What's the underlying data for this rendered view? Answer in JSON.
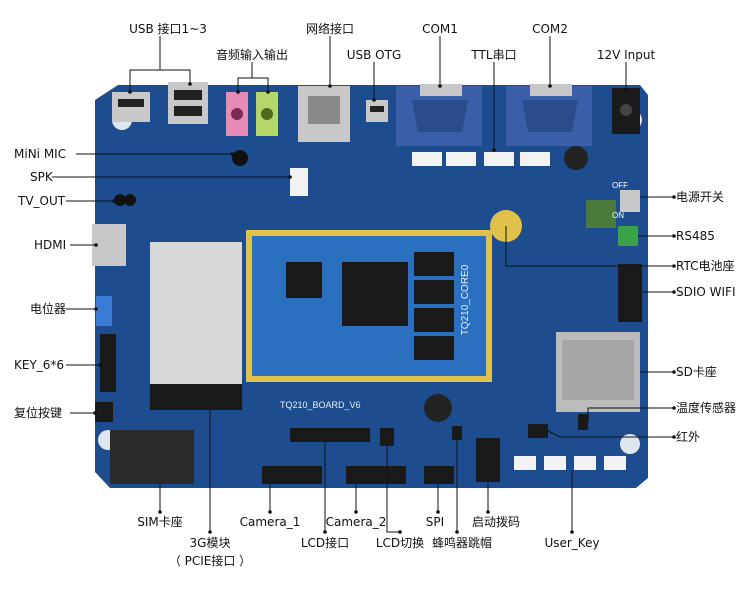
{
  "board": {
    "silkscreen": "TQ210_BOARD_V6",
    "core_label": "TQ210_CORE0",
    "switch_labels": [
      "OFF",
      "ON"
    ],
    "colors": {
      "pcb": "#1d4d8e",
      "pcb_dark": "#163e76",
      "core": "#2b6fbf",
      "gold": "#e0c24a",
      "black": "#1a1a1a",
      "silver": "#c8c8c8",
      "connector_blue": "#3a5fa8",
      "white_conn": "#f2f2f2",
      "pink": "#e88ab8",
      "lime": "#b6d66a",
      "leader": "#111111"
    }
  },
  "labels": {
    "usb_ports": "USB 接口1~3",
    "audio": "音频输入输出",
    "ethernet": "网络接口",
    "usb_otg": "USB OTG",
    "com1": "COM1",
    "ttl": "TTL串口",
    "com2": "COM2",
    "power_12v": "12V Input",
    "mini_mic": "MiNi MIC",
    "spk": "SPK",
    "tv_out": "TV_OUT",
    "hdmi": "HDMI",
    "potentiometer": "电位器",
    "key_6x6": "KEY_6*6",
    "reset_key": "复位按键",
    "power_switch": "电源开关",
    "rs485": "RS485",
    "rtc_battery": "RTC电池座",
    "sdio_wifi": "SDIO WIFI",
    "sd_slot": "SD卡座",
    "temp_sensor": "温度传感器",
    "infrared": "红外",
    "sim_slot": "SIM卡座",
    "module_3g": "3G模块",
    "pcie": "（ PCIE接口 ）",
    "camera1": "Camera_1",
    "lcd": "LCD接口",
    "camera2": "Camera_2",
    "lcd_switch": "LCD切换",
    "spi": "SPI",
    "buzzer_jumper": "蜂鸣器跳帽",
    "boot_switch": "启动拨码",
    "user_key": "User_Key"
  }
}
